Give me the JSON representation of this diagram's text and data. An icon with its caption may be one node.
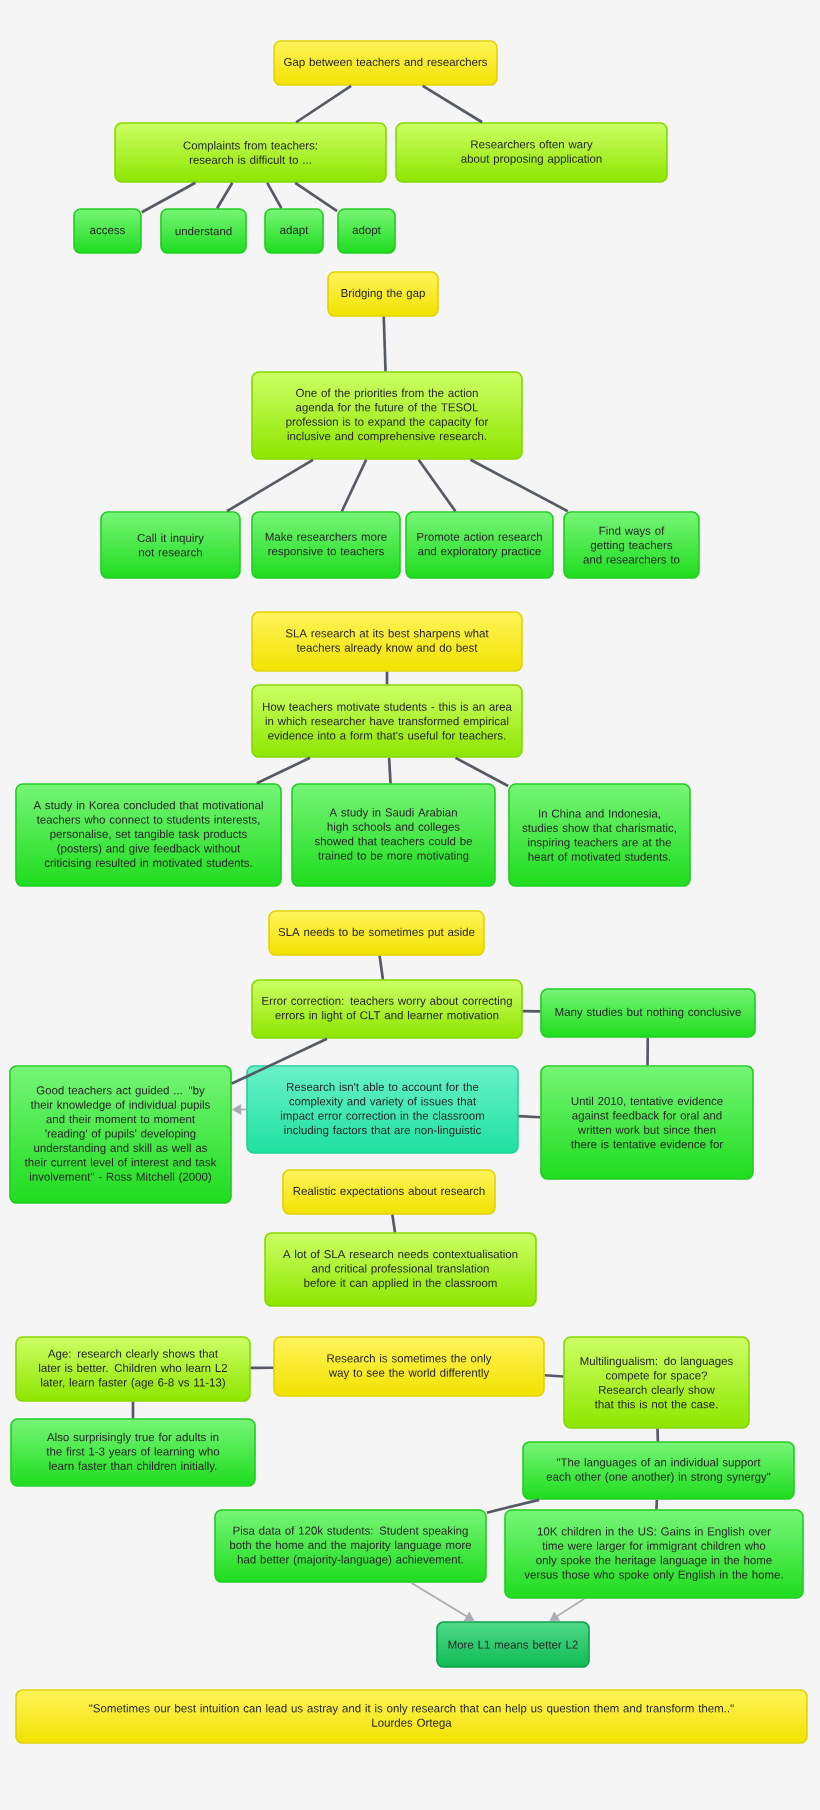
{
  "diagram": {
    "nodes": [
      {
        "text": [
          "Gap between teachers and researchers"
        ]
      },
      {
        "text": [
          "Complaints from teachers: research is difficult to ..."
        ]
      },
      {
        "text": [
          "access"
        ]
      },
      {
        "text": [
          "understand"
        ]
      },
      {
        "text": [
          "adapt"
        ]
      },
      {
        "text": [
          "adopt"
        ]
      },
      {
        "text": [
          "Researchers often wary about proposing application"
        ]
      },
      {
        "text": [
          "Bridging the gap"
        ]
      },
      {
        "text": [
          "One of the priorities from the action agenda for the future of the TESOL profession is to expand the capacity for inclusive and comprehensive research."
        ]
      },
      {
        "text": [
          "Call it inquiry not research"
        ]
      },
      {
        "text": [
          "Make researchers more responsive to teachers"
        ]
      },
      {
        "text": [
          "Promote action research and exploratory practice"
        ]
      },
      {
        "text": [
          "Find ways of getting teachers and researchers to"
        ]
      },
      {
        "text": [
          "SLA research at its best sharpens what teachers already know and do best"
        ]
      },
      {
        "text": [
          "How teachers motivate students - this is an area in which researcher have transformed empirical evidence into a form that's useful for teachers."
        ]
      },
      {
        "text": [
          "A study in Korea concluded that motivational teachers who connect to students interests, personalise, set tangible task products (posters) and give feedback without criticising resulted in motivated students."
        ]
      },
      {
        "text": [
          "A study in Saudi Arabian high schools and colleges showed that teachers could be trained to be more motivating"
        ]
      },
      {
        "text": [
          "In China  and Indonesia, studies show that charismatic, inspiring teachers are at the heart of motivated students."
        ]
      },
      {
        "text": [
          "SLA needs to be sometimes put aside"
        ]
      },
      {
        "text": [
          "Error correction: teachers worry about correcting errors in light of CLT and learner motivation"
        ]
      },
      {
        "text": [
          "Many studies but nothing conclusive"
        ]
      },
      {
        "text": [
          "Good teachers act guided ... \"by their knowledge of individual pupils and their moment to moment 'reading' of pupils' developing understanding and skill as well as their current level of interest and task involvement\" - Ross Mitchell (2000)"
        ]
      },
      {
        "text": [
          "Research isn't able to account for the complexity and variety of issues that impact error correction in the classroom including factors that are non-linguistic"
        ]
      },
      {
        "text": [
          "Until 2010, tentative evidence against feedback for oral and written work but since then there is tentative evidence for"
        ]
      },
      {
        "text": [
          "Realistic expectations about research"
        ]
      },
      {
        "text": [
          "A lot of SLA research needs contextualisation and critical professional translation before it can applied in the classroom"
        ]
      },
      {
        "text": [
          "Age: research clearly shows that later is better. Children who learn L2 later, learn faster (age 6-8 vs 11-13)"
        ]
      },
      {
        "text": [
          "Research is sometimes the only way to see the world differently"
        ]
      },
      {
        "text": [
          "Multilingualism: do languages compete for space? Research clearly show that this is not the case."
        ]
      },
      {
        "text": [
          "Also surprisingly true for adults in the first 1-3 years of learning who learn faster than children initially."
        ]
      },
      {
        "text": [
          "\"The languages of an individual support each other (one another) in strong synergy\""
        ]
      },
      {
        "text": [
          "Pisa data of 120k students: Student speaking both the home and the majority  language more had better (majority-language) achievement."
        ]
      },
      {
        "text": [
          "10K children in the US: Gains in English over time were larger for immigrant children who only spoke the heritage language in the home versus those who spoke only English in the home."
        ]
      },
      {
        "text": [
          "More L1 means better L2"
        ]
      },
      {
        "text": [
          "\"Sometimes our best intuition can lead us astray and it is only research that can help us question them and transform them..\"",
          "Lourdes Ortega"
        ]
      }
    ],
    "edges": [
      {
        "from": 0,
        "to": 1,
        "arrow": "none"
      },
      {
        "from": 0,
        "to": 6,
        "arrow": "none"
      },
      {
        "from": 1,
        "to": 2,
        "arrow": "none"
      },
      {
        "from": 1,
        "to": 3,
        "arrow": "none"
      },
      {
        "from": 1,
        "to": 4,
        "arrow": "none"
      },
      {
        "from": 1,
        "to": 5,
        "arrow": "none"
      },
      {
        "from": 7,
        "to": 8,
        "arrow": "none"
      },
      {
        "from": 8,
        "to": 9,
        "arrow": "none"
      },
      {
        "from": 8,
        "to": 10,
        "arrow": "none"
      },
      {
        "from": 8,
        "to": 11,
        "arrow": "none"
      },
      {
        "from": 8,
        "to": 12,
        "arrow": "none"
      },
      {
        "from": 13,
        "to": 14,
        "arrow": "none"
      },
      {
        "from": 14,
        "to": 15,
        "arrow": "none"
      },
      {
        "from": 14,
        "to": 16,
        "arrow": "none"
      },
      {
        "from": 14,
        "to": 17,
        "arrow": "none"
      },
      {
        "from": 18,
        "to": 19,
        "arrow": "none"
      },
      {
        "from": 19,
        "to": 20,
        "arrow": "none"
      },
      {
        "from": 19,
        "to": 21,
        "arrow": "none"
      },
      {
        "from": 20,
        "to": 23,
        "arrow": "none"
      },
      {
        "from": 23,
        "to": 22,
        "arrow": "none"
      },
      {
        "from": 22,
        "to": 21,
        "arrow": "to",
        "color": "#a9adb3"
      },
      {
        "from": 24,
        "to": 25,
        "arrow": "none"
      },
      {
        "from": 26,
        "to": 27,
        "arrow": "none"
      },
      {
        "from": 27,
        "to": 28,
        "arrow": "none"
      },
      {
        "from": 26,
        "to": 29,
        "arrow": "none"
      },
      {
        "from": 28,
        "to": 30,
        "arrow": "none"
      },
      {
        "from": 30,
        "to": 31,
        "arrow": "none"
      },
      {
        "from": 30,
        "to": 32,
        "arrow": "none"
      },
      {
        "from": 31,
        "to": 33,
        "arrow": "to",
        "color": "#a9adb3"
      },
      {
        "from": 32,
        "to": 33,
        "arrow": "to",
        "color": "#a9adb3"
      }
    ]
  }
}
